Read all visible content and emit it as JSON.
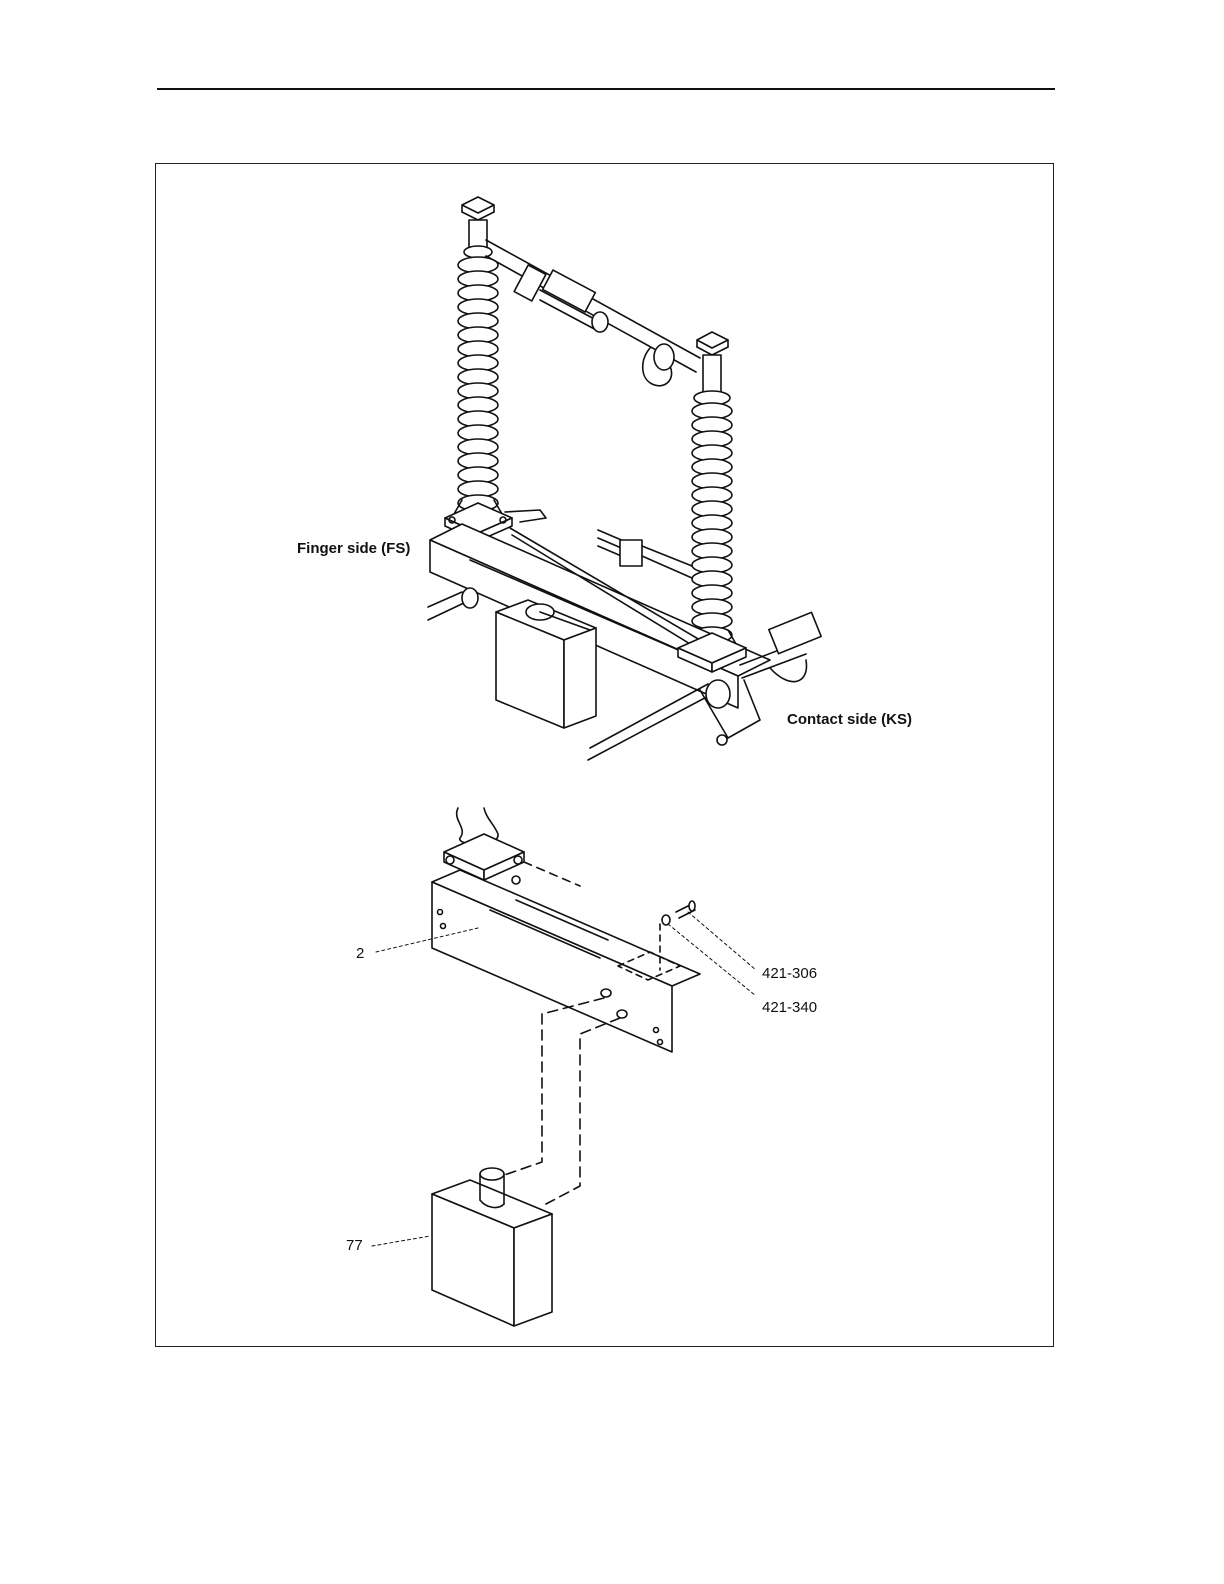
{
  "labels": {
    "finger_side": "Finger side (FS)",
    "contact_side": "Contact side (KS)"
  },
  "parts": {
    "frame": "2",
    "bolt": "421-306",
    "washer": "421-340",
    "box": "77"
  }
}
